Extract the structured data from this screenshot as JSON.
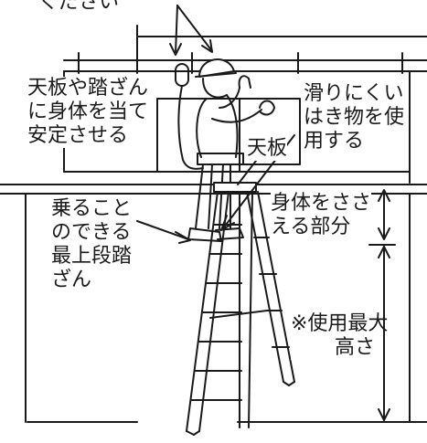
{
  "labels": {
    "top_cutoff": "ください",
    "top_plate_contact": "天板や踏ざん\nに身体を当て\n安定させる",
    "non_slip_shoes": "滑りにくい\nはき物を使\n用する",
    "top_plate": "天板",
    "body_support": "身体をささ\nえる部分",
    "standable_top_step": "乗ること\nのできる\n最上段踏\nざん",
    "max_height": "※使用最大\n高さ"
  },
  "colors": {
    "line": "#1a1a1a",
    "background": "#ffffff"
  },
  "icons": [
    "carabiner-hook-icon",
    "safety-helmet-icon",
    "stepladder-icon"
  ]
}
